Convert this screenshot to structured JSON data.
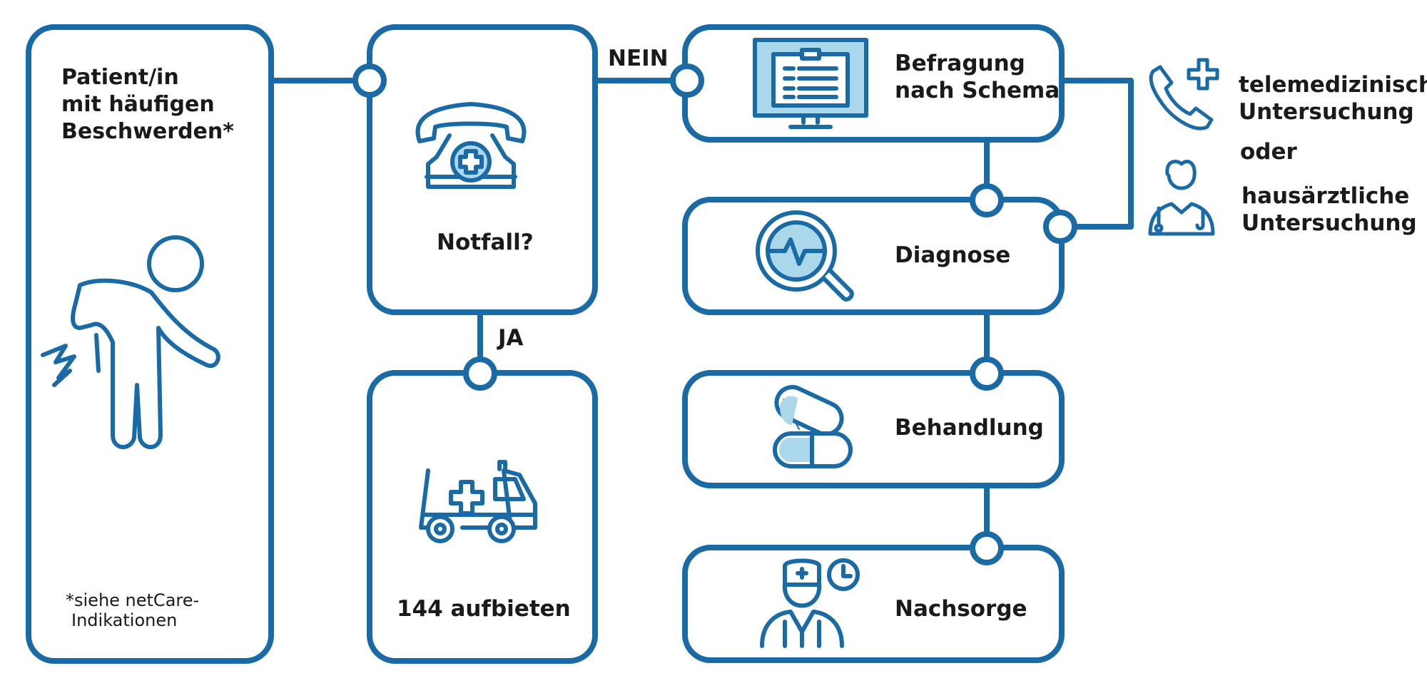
{
  "colors": {
    "primary": "#1a6aa5",
    "light": "#aad7ea",
    "text": "#1a1a1a"
  },
  "patient": {
    "title_lines": [
      "Patient/in",
      "mit häufigen",
      "Beschwerden*"
    ],
    "footnote_lines": [
      "*siehe netCare-",
      "Indikationen"
    ],
    "icon": "patient-back-pain-icon"
  },
  "emergency": {
    "question": "Notfall?",
    "icon": "emergency-phone-icon"
  },
  "ambulance": {
    "label": "144 aufbieten",
    "icon": "ambulance-icon"
  },
  "edges": {
    "no_label": "NEIN",
    "yes_label": "JA"
  },
  "steps": {
    "interview": {
      "lines": [
        "Befragung",
        "nach Schema"
      ],
      "icon": "monitor-questionnaire-icon"
    },
    "diagnosis": {
      "label": "Diagnose",
      "icon": "magnifier-pulse-icon"
    },
    "treatment": {
      "label": "Behandlung",
      "icon": "pills-icon"
    },
    "aftercare": {
      "label": "Nachsorge",
      "icon": "nurse-clock-icon"
    }
  },
  "side_options": {
    "option1_lines": [
      "telemedizinische",
      "Untersuchung"
    ],
    "connector": "oder",
    "option2_lines": [
      "hausärztliche",
      "Untersuchung"
    ],
    "icons": [
      "phone-cross-icon",
      "doctor-icon"
    ]
  }
}
